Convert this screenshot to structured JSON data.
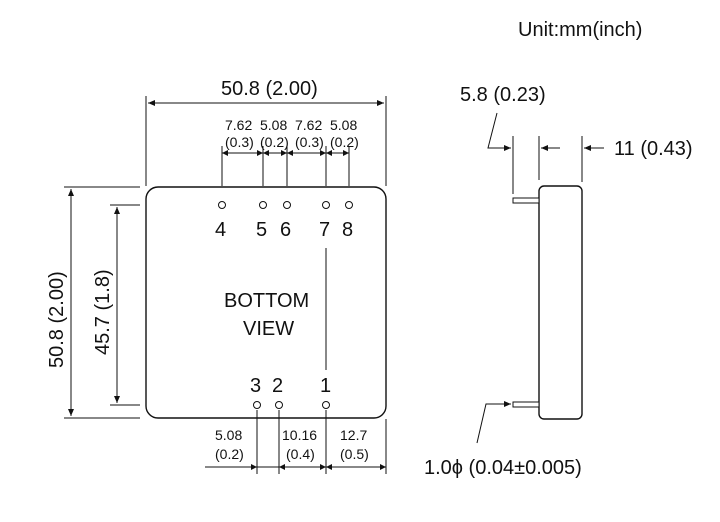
{
  "unit_label": "Unit:mm(inch)",
  "bottom_view": {
    "label_line1": "BOTTOM",
    "label_line2": "VIEW",
    "pins_top": [
      "4",
      "5",
      "6",
      "7",
      "8"
    ],
    "pins_bottom": [
      "3",
      "2",
      "1"
    ]
  },
  "dims": {
    "overall_width": "50.8 (2.00)",
    "overall_height": "50.8 (2.00)",
    "pin_row_height": "45.7 (1.8)",
    "top_spacing": [
      {
        "mm": "7.62",
        "inch": "(0.3)"
      },
      {
        "mm": "5.08",
        "inch": "(0.2)"
      },
      {
        "mm": "7.62",
        "inch": "(0.3)"
      },
      {
        "mm": "5.08",
        "inch": "(0.2)"
      }
    ],
    "bottom_spacing": [
      {
        "mm": "5.08",
        "inch": "(0.2)"
      },
      {
        "mm": "10.16",
        "inch": "(0.4)"
      },
      {
        "mm": "12.7",
        "inch": "(0.5)"
      }
    ]
  },
  "side_view": {
    "pin_length": "5.8 (0.23)",
    "thickness": "11 (0.43)",
    "pin_diameter": "1.0ϕ (0.04±0.005)"
  }
}
